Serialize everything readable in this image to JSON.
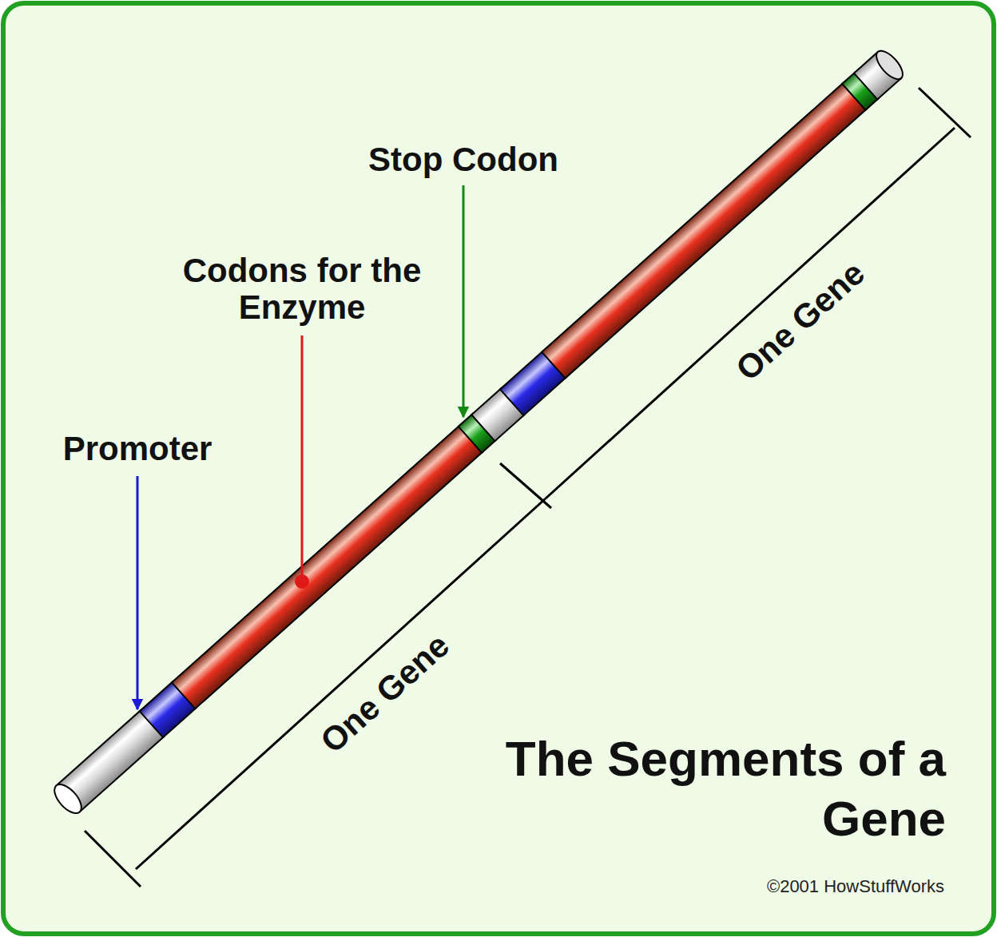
{
  "diagram": {
    "title": "The Segments of a Gene",
    "labels": [
      "Stop Codon",
      "Codons for the Enzyme",
      "Promoter",
      "One Gene",
      "One Gene",
      "©2001 HowStuffWorks"
    ]
  }
}
